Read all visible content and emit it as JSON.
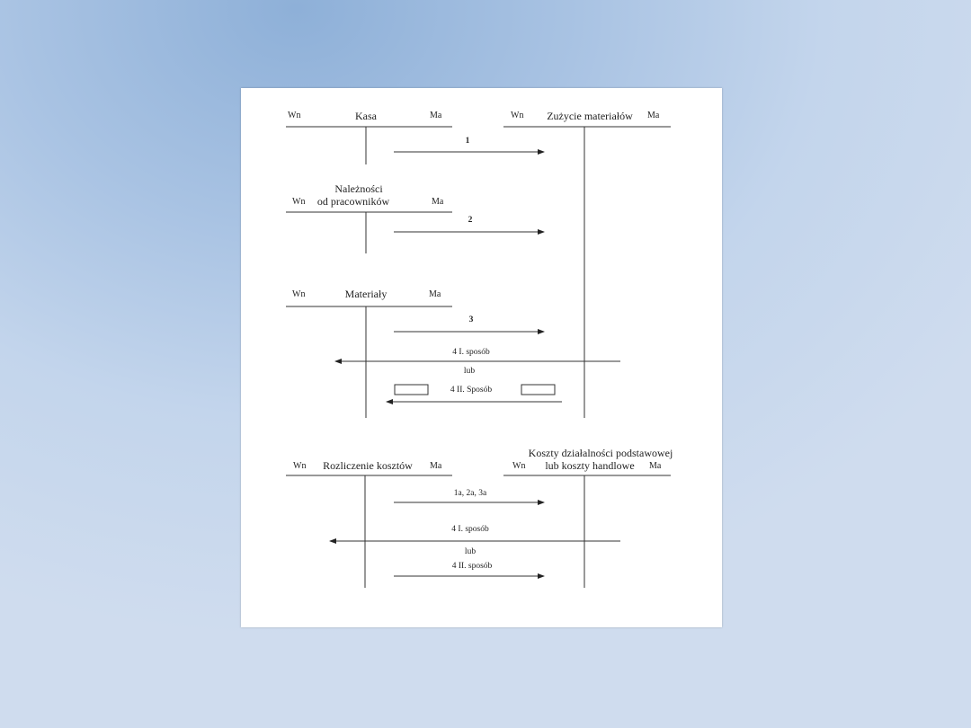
{
  "labels": {
    "wn": "Wn",
    "ma": "Ma"
  },
  "accounts": {
    "kasa": "Kasa",
    "zuzycie": "Zużycie materiałów",
    "naleznosci_1": "Należności",
    "naleznosci_2": "od pracowników",
    "materialy": "Materiały",
    "rozliczenie": "Rozliczenie kosztów",
    "koszty_1": "Koszty działalności podstawowej",
    "koszty_2": "lub koszty handlowe"
  },
  "arrows": {
    "a1": "1",
    "a2": "2",
    "a3": "3",
    "a4_1": "4 I. sposób",
    "lub_1": "lub",
    "a4_2": "4 II. Sposób",
    "a1a2a3a": "1a, 2a, 3a",
    "a4_1b": "4 I. sposób",
    "lub_2": "lub",
    "a4_2b": "4 II. sposób"
  }
}
